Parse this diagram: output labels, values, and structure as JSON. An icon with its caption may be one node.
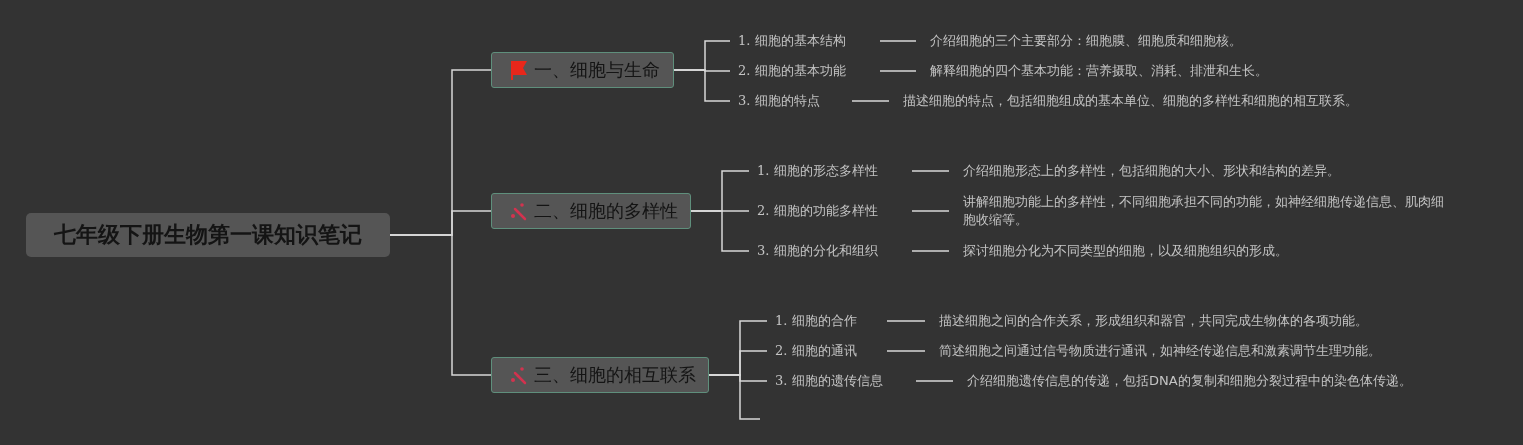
{
  "diagram": {
    "nodes": [
      {
        "text": [
          "七年级下册生物第一课知识笔记"
        ]
      },
      {
        "text": [
          "一、细胞与生命"
        ]
      },
      {
        "text": [
          "1. 细胞的基本结构"
        ]
      },
      {
        "text": [
          "介绍细胞的三个主要部分：细胞膜、细胞质和细胞核。"
        ]
      },
      {
        "text": [
          "2. 细胞的基本功能"
        ]
      },
      {
        "text": [
          "解释细胞的四个基本功能：营养摄取、消耗、排泄和生长。"
        ]
      },
      {
        "text": [
          "3. 细胞的特点"
        ]
      },
      {
        "text": [
          "描述细胞的特点，包括细胞组成的基本单位、细胞的多样性和细胞的相互联系。"
        ]
      },
      {
        "text": [
          "二、细胞的多样性"
        ]
      },
      {
        "text": [
          "1. 细胞的形态多样性"
        ]
      },
      {
        "text": [
          "介绍细胞形态上的多样性，包括细胞的大小、形状和结构的差异。"
        ]
      },
      {
        "text": [
          "2. 细胞的功能多样性"
        ]
      },
      {
        "text": [
          "讲解细胞功能上的多样性，不同细胞承担不同的功能，如神经细胞传递信息、肌肉细胞收缩等。"
        ]
      },
      {
        "text": [
          "3. 细胞的分化和组织"
        ]
      },
      {
        "text": [
          "探讨细胞分化为不同类型的细胞，以及细胞组织的形成。"
        ]
      },
      {
        "text": [
          "三、细胞的相互联系"
        ]
      },
      {
        "text": [
          "1. 细胞的合作"
        ]
      },
      {
        "text": [
          "描述细胞之间的合作关系，形成组织和器官，共同完成生物体的各项功能。"
        ]
      },
      {
        "text": [
          "2. 细胞的通讯"
        ]
      },
      {
        "text": [
          "简述细胞之间通过信号物质进行通讯，如神经传递信息和激素调节生理功能。"
        ]
      },
      {
        "text": [
          "3. 细胞的遗传信息"
        ]
      },
      {
        "text": [
          "介绍细胞遗传信息的传递，包括DNA的复制和细胞分裂过程中的染色体传递。"
        ]
      }
    ],
    "edges": [
      {
        "from": 0,
        "to": 1,
        "arrow": "none"
      },
      {
        "from": 0,
        "to": 8,
        "arrow": "none"
      },
      {
        "from": 0,
        "to": 15,
        "arrow": "none"
      },
      {
        "from": 1,
        "to": 2,
        "arrow": "none"
      },
      {
        "from": 1,
        "to": 4,
        "arrow": "none"
      },
      {
        "from": 1,
        "to": 6,
        "arrow": "none"
      },
      {
        "from": 2,
        "to": 3,
        "arrow": "none"
      },
      {
        "from": 4,
        "to": 5,
        "arrow": "none"
      },
      {
        "from": 6,
        "to": 7,
        "arrow": "none"
      },
      {
        "from": 8,
        "to": 9,
        "arrow": "none"
      },
      {
        "from": 8,
        "to": 11,
        "arrow": "none"
      },
      {
        "from": 8,
        "to": 13,
        "arrow": "none"
      },
      {
        "from": 9,
        "to": 10,
        "arrow": "none"
      },
      {
        "from": 11,
        "to": 12,
        "arrow": "none"
      },
      {
        "from": 13,
        "to": 14,
        "arrow": "none"
      },
      {
        "from": 15,
        "to": 16,
        "arrow": "none"
      },
      {
        "from": 15,
        "to": 18,
        "arrow": "none"
      },
      {
        "from": 15,
        "to": 20,
        "arrow": "none"
      },
      {
        "from": 15,
        "to": null,
        "arrow": "none"
      },
      {
        "from": 16,
        "to": 17,
        "arrow": "none"
      },
      {
        "from": 18,
        "to": 19,
        "arrow": "none"
      },
      {
        "from": 20,
        "to": 21,
        "arrow": "none"
      }
    ]
  }
}
